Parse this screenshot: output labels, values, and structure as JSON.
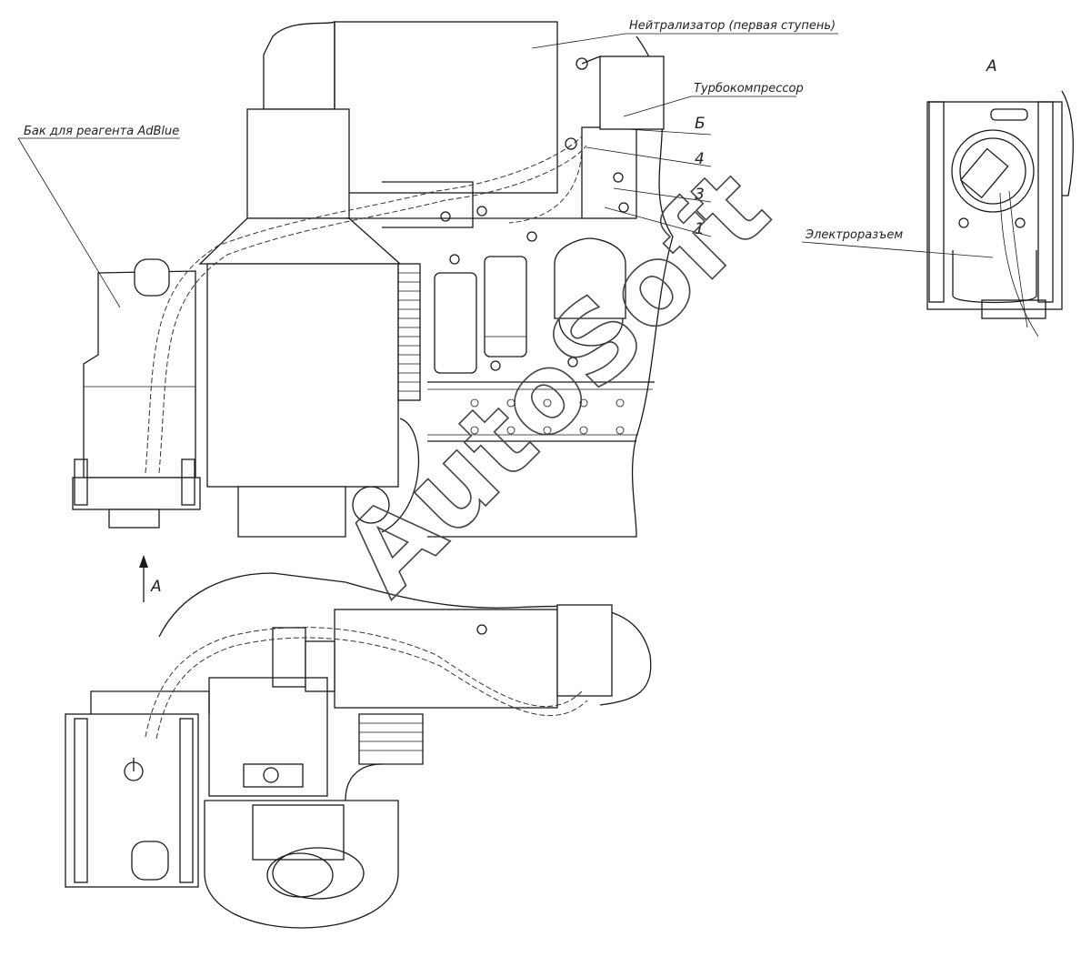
{
  "labels": {
    "neutralizer": "Нейтрализатор (первая ступень)",
    "turbo": "Турбокомпрессор",
    "b": "Б",
    "n4": "4",
    "n3": "3",
    "n1": "1",
    "tank": "Бак для реагента AdBlue",
    "view_a_top": "А",
    "view_a_arrow": "А",
    "connector": "Электроразъем"
  },
  "watermark": "AutoSoft"
}
